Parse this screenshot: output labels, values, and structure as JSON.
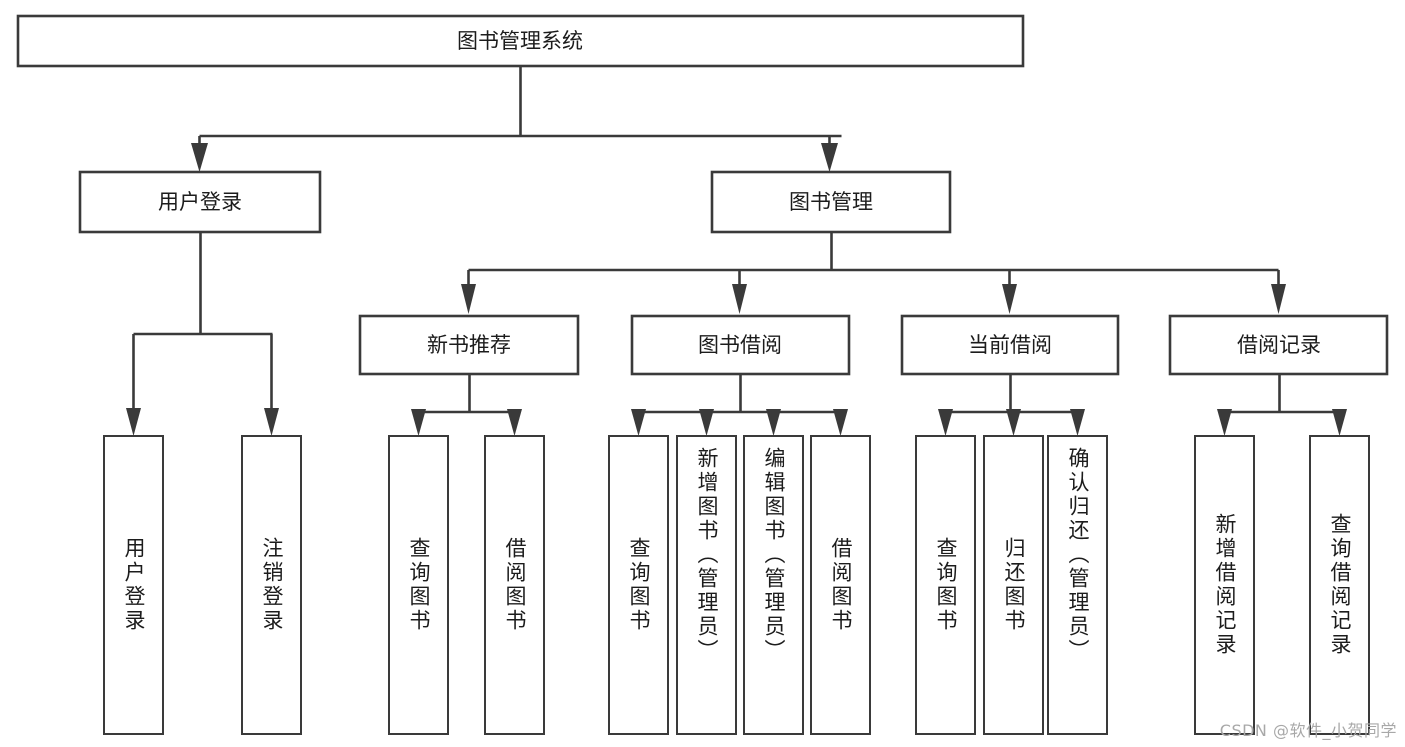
{
  "diagram": {
    "title": "图书管理系统",
    "watermark": "CSDN @软件_小贺同学",
    "colors": {
      "stroke": "#3a3a3a",
      "fill": "#ffffff",
      "text": "#1c1c1c",
      "watermark": "#a8a8a8"
    },
    "root": {
      "label": "图书管理系统"
    },
    "level2": [
      {
        "label": "用户登录"
      },
      {
        "label": "图书管理"
      }
    ],
    "level3": [
      {
        "label": "新书推荐"
      },
      {
        "label": "图书借阅"
      },
      {
        "label": "当前借阅"
      },
      {
        "label": "借阅记录"
      }
    ],
    "leaves": {
      "user_login": [
        {
          "label": "用户登录"
        },
        {
          "label": "注销登录"
        }
      ],
      "new_book_recommend": [
        {
          "label": "查询图书"
        },
        {
          "label": "借阅图书"
        }
      ],
      "book_borrow": [
        {
          "label": "查询图书"
        },
        {
          "label": "新增图书（管理员）"
        },
        {
          "label": "编辑图书（管理员）"
        },
        {
          "label": "借阅图书"
        }
      ],
      "current_borrow": [
        {
          "label": "查询图书"
        },
        {
          "label": "归还图书"
        },
        {
          "label": "确认归还（管理员）"
        }
      ],
      "borrow_record": [
        {
          "label": "新增借阅记录"
        },
        {
          "label": "查询借阅记录"
        }
      ]
    }
  }
}
